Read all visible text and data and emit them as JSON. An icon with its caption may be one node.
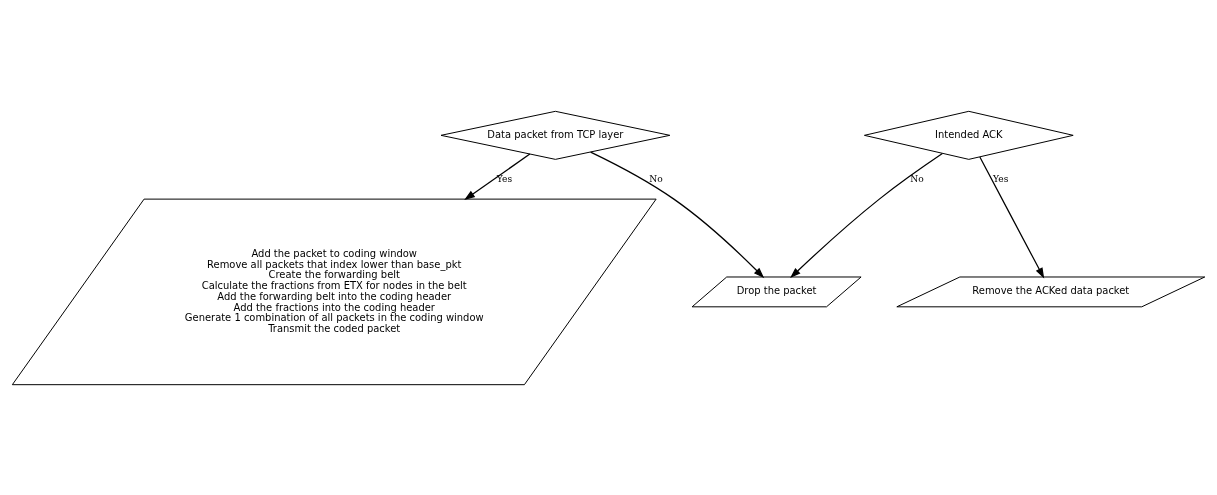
{
  "diagram": {
    "nodes": [
      {
        "text": [
          "Data packet from TCP layer"
        ]
      },
      {
        "text": [
          "Drop the packet"
        ]
      },
      {
        "text": [
          "Intended ACK"
        ]
      },
      {
        "text": [
          "Remove the ACKed data packet"
        ]
      },
      {
        "text": [
          "Add the packet to coding window",
          "Remove all packets that index lower than base_pkt",
          "Create the forwarding belt",
          "Calculate the fractions from ETX for nodes in the belt",
          "Add the forwarding belt into the coding header",
          "Add the fractions into the coding header",
          "Generate 1 combination of all packets in the coding window",
          "Transmit the coded packet"
        ]
      }
    ],
    "edges": [
      {
        "from": 0,
        "to": 1,
        "arrow": "to",
        "label": "No"
      },
      {
        "from": 0,
        "to": 4,
        "arrow": "to",
        "label": "Yes"
      },
      {
        "from": 2,
        "to": 1,
        "arrow": "to",
        "label": "No"
      },
      {
        "from": 2,
        "to": 3,
        "arrow": "to",
        "label": "Yes"
      }
    ]
  }
}
